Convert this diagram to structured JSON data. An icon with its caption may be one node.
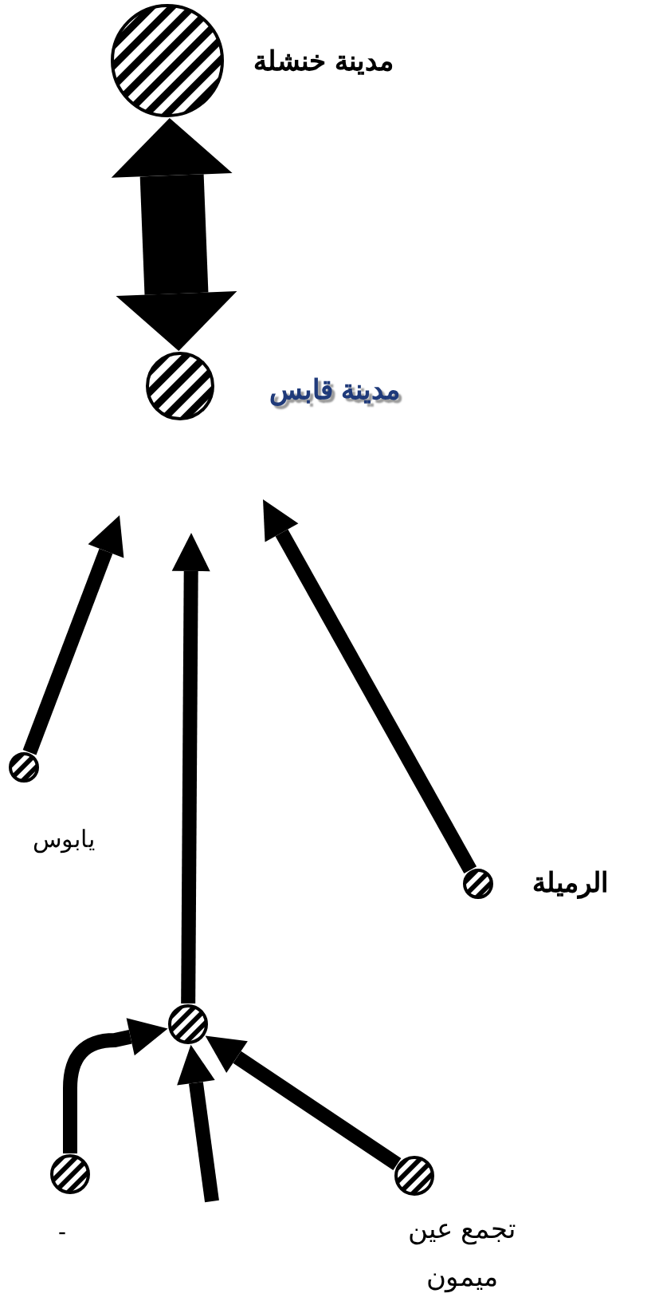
{
  "diagram": {
    "nodes": [
      {
        "text": [],
        "shape": "circle",
        "beside": [
          "مدينة خنشلة"
        ]
      },
      {
        "text": [],
        "shape": "circle",
        "beside": [
          "مدينة قابس"
        ]
      },
      {
        "text": [],
        "shape": "circle",
        "beside": [
          "يابوس"
        ]
      },
      {
        "text": [],
        "shape": "circle",
        "beside": [
          "الرميلة"
        ]
      },
      {
        "text": [],
        "shape": "circle"
      },
      {
        "text": [],
        "shape": "circle",
        "beside": [
          "-"
        ]
      },
      {
        "text": [],
        "shape": "circle",
        "beside": [
          "تجمع عين ميمون"
        ]
      }
    ],
    "edges": [
      {
        "from": 0,
        "to": 1,
        "arrow": "both",
        "style": "thick"
      },
      {
        "from": 2,
        "to": null,
        "arrow": "to"
      },
      {
        "from": 4,
        "to": null,
        "arrow": "to"
      },
      {
        "from": 3,
        "to": null,
        "arrow": "to"
      },
      {
        "from": 5,
        "to": 4,
        "arrow": "to"
      },
      {
        "from": null,
        "to": 4,
        "arrow": "to"
      },
      {
        "from": 6,
        "to": 4,
        "arrow": "to"
      }
    ]
  }
}
